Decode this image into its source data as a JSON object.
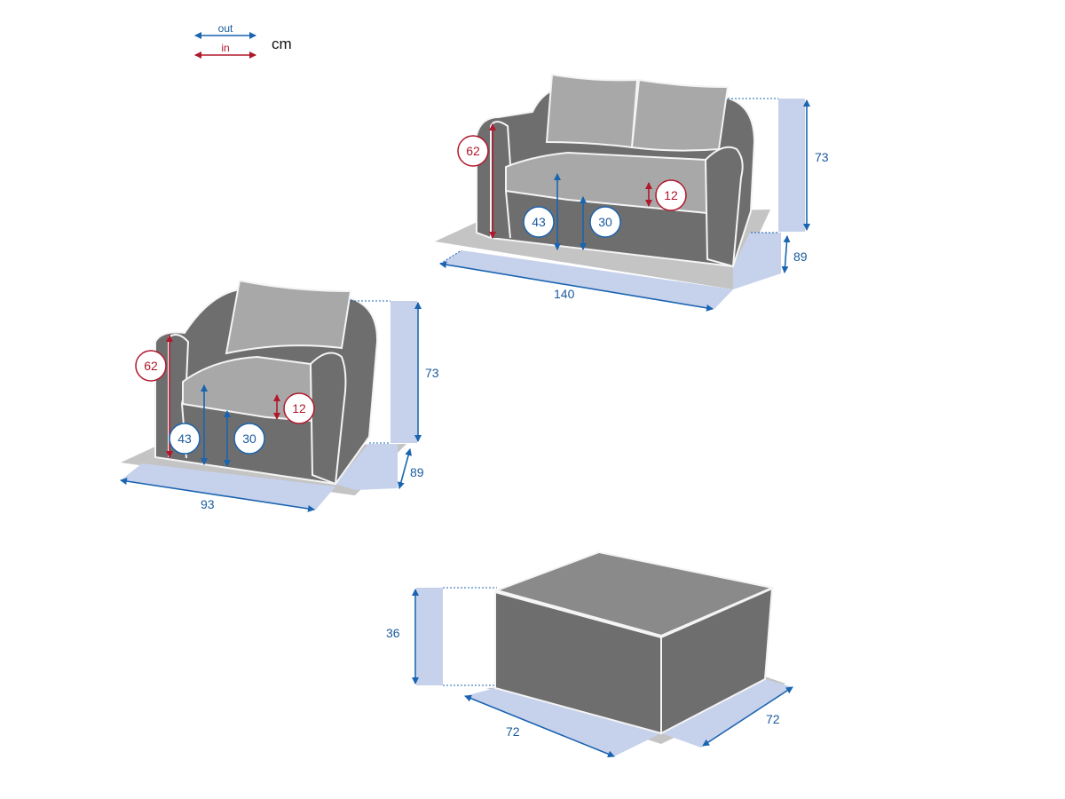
{
  "legend": {
    "out_label": "out",
    "in_label": "in",
    "unit": "cm"
  },
  "colors": {
    "out": "#1a64b0",
    "in": "#b0182c",
    "upholstery": "#6e6e6e",
    "cushion": "#a8a8a8",
    "measure_band": "#c6d1ec"
  },
  "sofa": {
    "width": "140",
    "depth": "89",
    "height": "73",
    "arm_height": "62",
    "seat_height": "43",
    "seat_base_height": "30",
    "cushion_thickness": "12"
  },
  "armchair": {
    "width": "93",
    "depth": "89",
    "height": "73",
    "arm_height": "62",
    "seat_height": "43",
    "seat_base_height": "30",
    "cushion_thickness": "12"
  },
  "ottoman": {
    "width": "72",
    "depth": "72",
    "height": "36"
  }
}
